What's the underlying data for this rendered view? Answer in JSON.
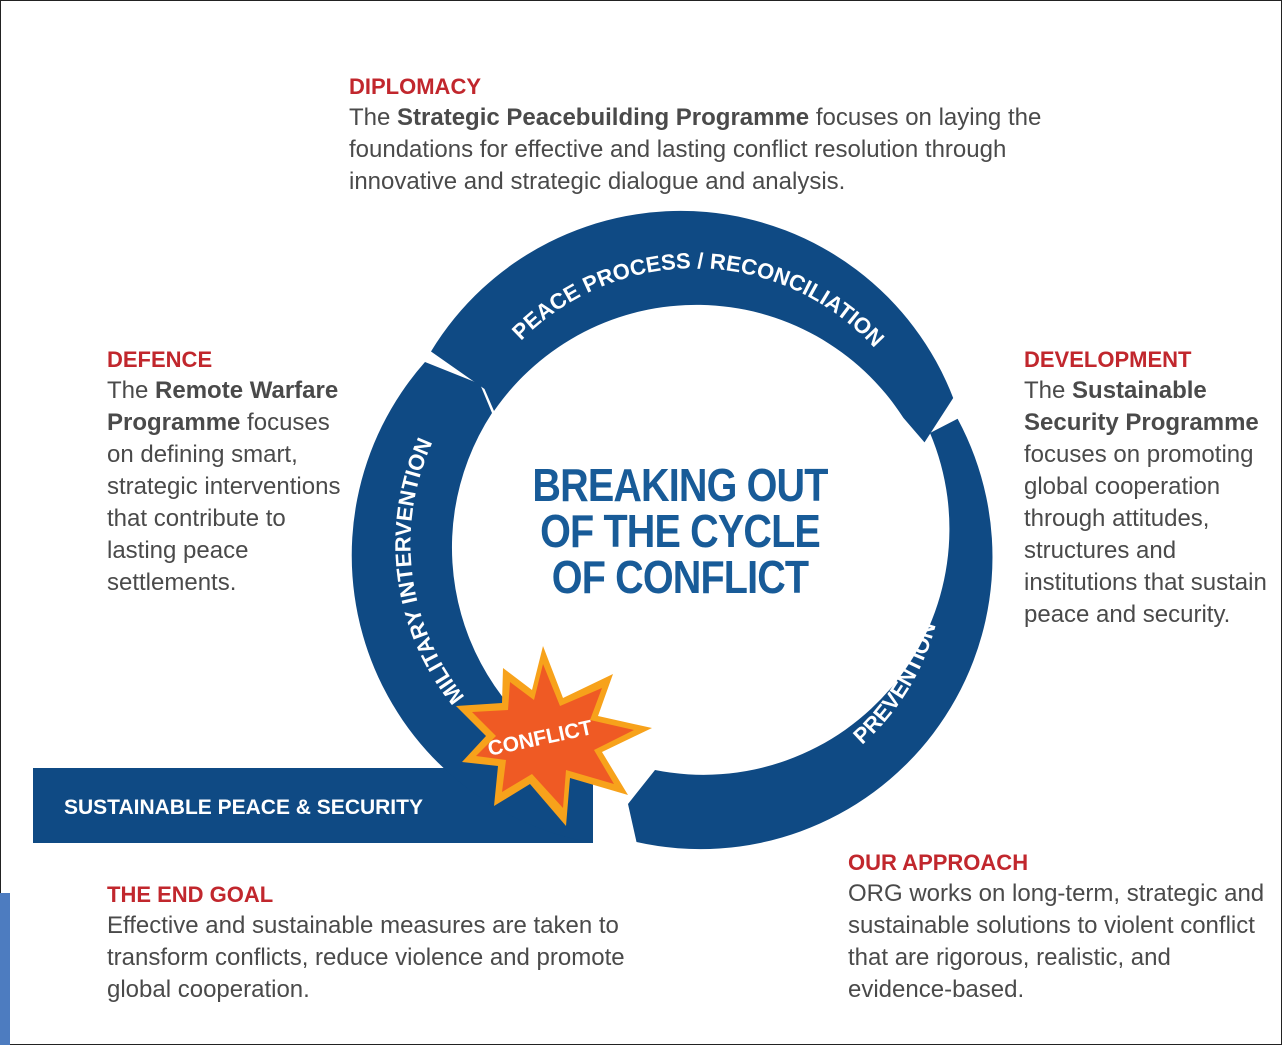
{
  "diplomacy": {
    "heading": "DIPLOMACY",
    "pre": "The ",
    "bold": "Strategic Peacebuilding Programme",
    "post": " focuses on laying the foundations for effective and lasting conflict resolution through innovative and strategic dialogue and analysis."
  },
  "defence": {
    "heading": "DEFENCE",
    "pre": "The ",
    "bold": "Remote Warfare Programme",
    "post": " focuses on defining smart, strategic interventions that contribute to lasting peace settlements."
  },
  "development": {
    "heading": "DEVELOPMENT",
    "pre": "The ",
    "bold": "Sustainable Security Programme",
    "post": " focuses on promoting global cooperation through attitudes, structures and institutions that sustain peace and security."
  },
  "end_goal": {
    "heading": "THE END GOAL",
    "text": "Effective and sustainable measures are taken to transform conflicts, reduce violence and promote global cooperation."
  },
  "approach": {
    "heading": "OUR APPROACH",
    "text": "ORG works on long-term, strategic and sustainable solutions to violent conflict that are rigorous, realistic, and evidence-based."
  },
  "cycle": {
    "center_line1": "BREAKING OUT",
    "center_line2": "OF THE CYCLE",
    "center_line3": "OF CONFLICT",
    "segment_top": "PEACE PROCESS / RECONCILIATION",
    "segment_right": "PREVENTION",
    "segment_left": "MILITARY INTERVENTION",
    "burst": "CONFLICT",
    "exit_bar": "SUSTAINABLE PEACE & SECURITY"
  },
  "colors": {
    "ring": "#0f4a84",
    "heading_red": "#c1272d",
    "title_blue": "#185b98",
    "burst_fill": "#ef5a24",
    "burst_edge": "#f7a21b"
  }
}
